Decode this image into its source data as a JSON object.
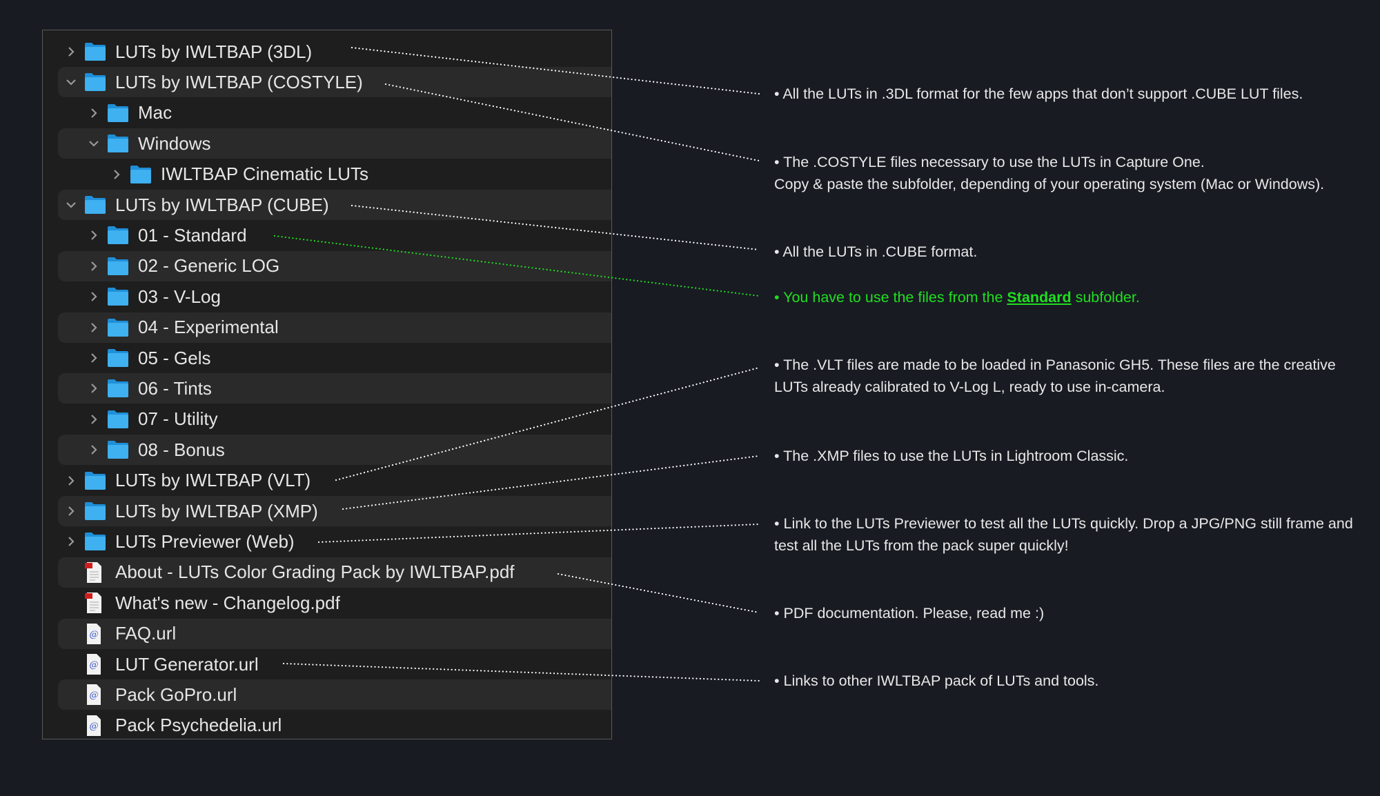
{
  "tree": [
    {
      "label": "LUTs by IWLTBAP (3DL)",
      "level": 0,
      "type": "folder",
      "expanded": false
    },
    {
      "label": "LUTs by IWLTBAP (COSTYLE)",
      "level": 0,
      "type": "folder",
      "expanded": true
    },
    {
      "label": "Mac",
      "level": 1,
      "type": "folder",
      "expanded": false
    },
    {
      "label": "Windows",
      "level": 1,
      "type": "folder",
      "expanded": true
    },
    {
      "label": "IWLTBAP Cinematic LUTs",
      "level": 2,
      "type": "folder",
      "expanded": false
    },
    {
      "label": "LUTs by IWLTBAP (CUBE)",
      "level": 0,
      "type": "folder",
      "expanded": true
    },
    {
      "label": "01 - Standard",
      "level": 1,
      "type": "folder",
      "expanded": false
    },
    {
      "label": "02 - Generic LOG",
      "level": 1,
      "type": "folder",
      "expanded": false
    },
    {
      "label": "03 - V-Log",
      "level": 1,
      "type": "folder",
      "expanded": false
    },
    {
      "label": "04 - Experimental",
      "level": 1,
      "type": "folder",
      "expanded": false
    },
    {
      "label": "05 - Gels",
      "level": 1,
      "type": "folder",
      "expanded": false
    },
    {
      "label": "06 - Tints",
      "level": 1,
      "type": "folder",
      "expanded": false
    },
    {
      "label": "07 - Utility",
      "level": 1,
      "type": "folder",
      "expanded": false
    },
    {
      "label": "08 - Bonus",
      "level": 1,
      "type": "folder",
      "expanded": false
    },
    {
      "label": "LUTs by IWLTBAP (VLT)",
      "level": 0,
      "type": "folder",
      "expanded": false
    },
    {
      "label": "LUTs by IWLTBAP (XMP)",
      "level": 0,
      "type": "folder",
      "expanded": false
    },
    {
      "label": "LUTs Previewer (Web)",
      "level": 0,
      "type": "folder",
      "expanded": false
    },
    {
      "label": "About - LUTs Color Grading Pack by IWLTBAP.pdf",
      "level": 0,
      "type": "pdf"
    },
    {
      "label": "What's new - Changelog.pdf",
      "level": 0,
      "type": "pdf"
    },
    {
      "label": "FAQ.url",
      "level": 0,
      "type": "url"
    },
    {
      "label": "LUT Generator.url",
      "level": 0,
      "type": "url"
    },
    {
      "label": "Pack GoPro.url",
      "level": 0,
      "type": "url"
    },
    {
      "label": "Pack Psychedelia.url",
      "level": 0,
      "type": "url"
    }
  ],
  "notes": {
    "n3dl": "• All the LUTs in .3DL format for the few apps that don’t support .CUBE LUT files.",
    "costyle1": "• The .COSTYLE files necessary to use the LUTs in Capture One.",
    "costyle2": "Copy & paste the subfolder, depending of your operating system (Mac or Windows).",
    "cube": "• All the LUTs in .CUBE format.",
    "standard_pre": "• You have to use the files from the ",
    "standard_bold": "Standard",
    "standard_post": " subfolder.",
    "vlt1": "• The .VLT files are made to be loaded in Panasonic GH5. These files are the creative",
    "vlt2": "LUTs already calibrated to  V-Log L, ready to use in-camera.",
    "xmp": "• The .XMP files to use the LUTs in Lightroom Classic.",
    "web1": "• Link to the LUTs Previewer to test all the LUTs quickly. Drop a JPG/PNG still frame and",
    "web2": "test all the LUTs from the pack super quickly!",
    "pdf": "• PDF documentation. Please, read me :)",
    "links": "• Links to other IWLTBAP pack of LUTs and tools."
  },
  "colors": {
    "folder": "#3fb0f0",
    "highlight": "#1fe01f",
    "dots": "#ffffff"
  }
}
